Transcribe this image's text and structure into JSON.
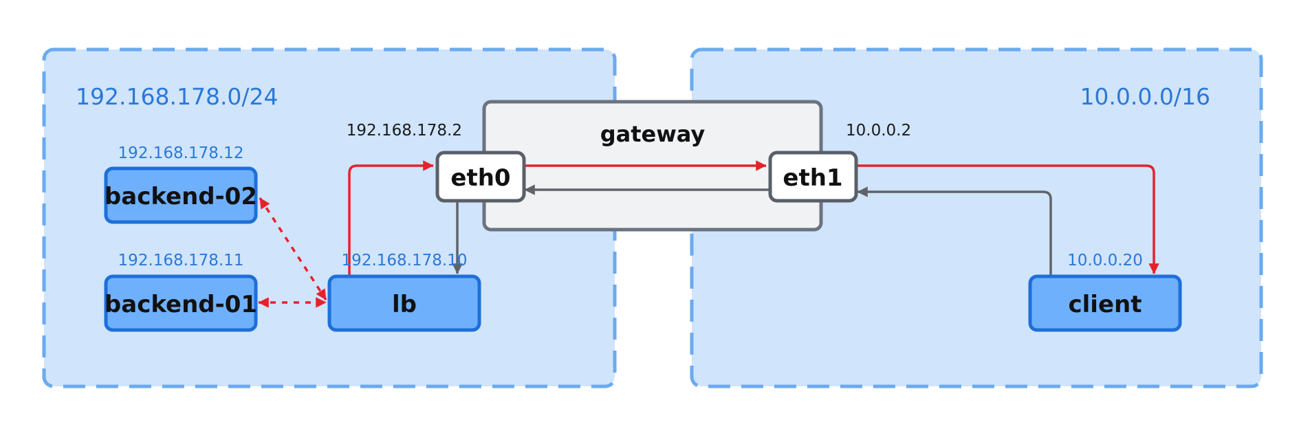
{
  "zones": {
    "left": {
      "label": "192.168.178.0/24"
    },
    "right": {
      "label": "10.0.0.0/16"
    }
  },
  "gateway": {
    "label": "gateway",
    "eth0": {
      "label": "eth0",
      "ip": "192.168.178.2"
    },
    "eth1": {
      "label": "eth1",
      "ip": "10.0.0.2"
    }
  },
  "hosts": {
    "backend_02": {
      "label": "backend-02",
      "ip": "192.168.178.12"
    },
    "backend_01": {
      "label": "backend-01",
      "ip": "192.168.178.11"
    },
    "lb": {
      "label": "lb",
      "ip": "192.168.178.10"
    },
    "client": {
      "label": "client",
      "ip": "10.0.0.20"
    }
  },
  "colors": {
    "zone_fill": "#d0e4fb",
    "zone_border": "#6aaaf0",
    "host_fill": "#6fb0fc",
    "host_border": "#1e6fd8",
    "gateway_fill": "#f0f2f4",
    "gateway_border": "#6b7280",
    "request_edge": "#e8202a",
    "response_edge": "#5f6368"
  }
}
